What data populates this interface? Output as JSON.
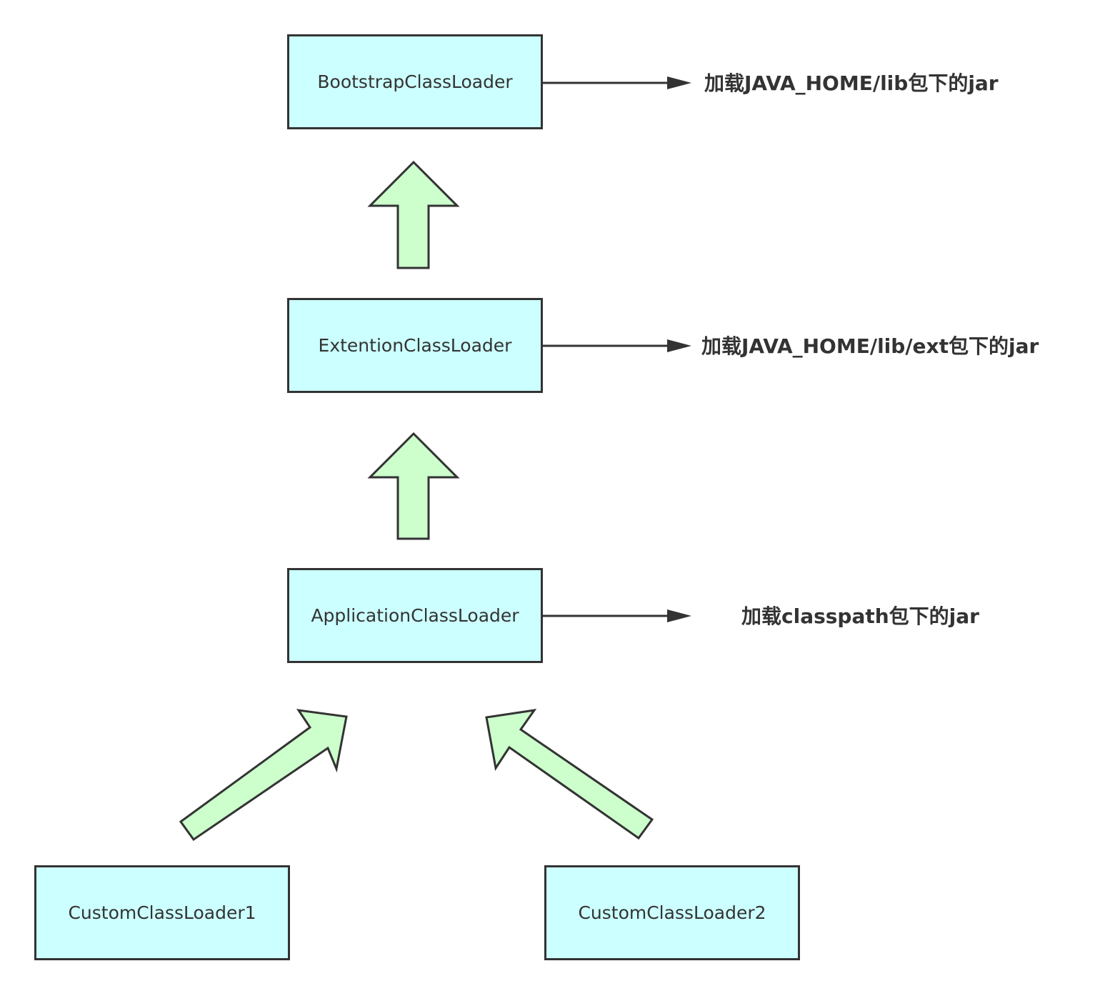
{
  "nodes": {
    "bootstrap": "BootstrapClassLoader",
    "extension": "ExtentionClassLoader",
    "application": "ApplicationClassLoader",
    "custom1": "CustomClassLoader1",
    "custom2": "CustomClassLoader2"
  },
  "notes": {
    "bootstrap": "加载JAVA_HOME/lib包下的jar",
    "extension": "加载JAVA_HOME/lib/ext包下的jar",
    "application": "加载classpath包下的jar"
  },
  "colors": {
    "node_fill": "#ccffff",
    "arrow_fill": "#ccffcc",
    "stroke": "#333333"
  }
}
